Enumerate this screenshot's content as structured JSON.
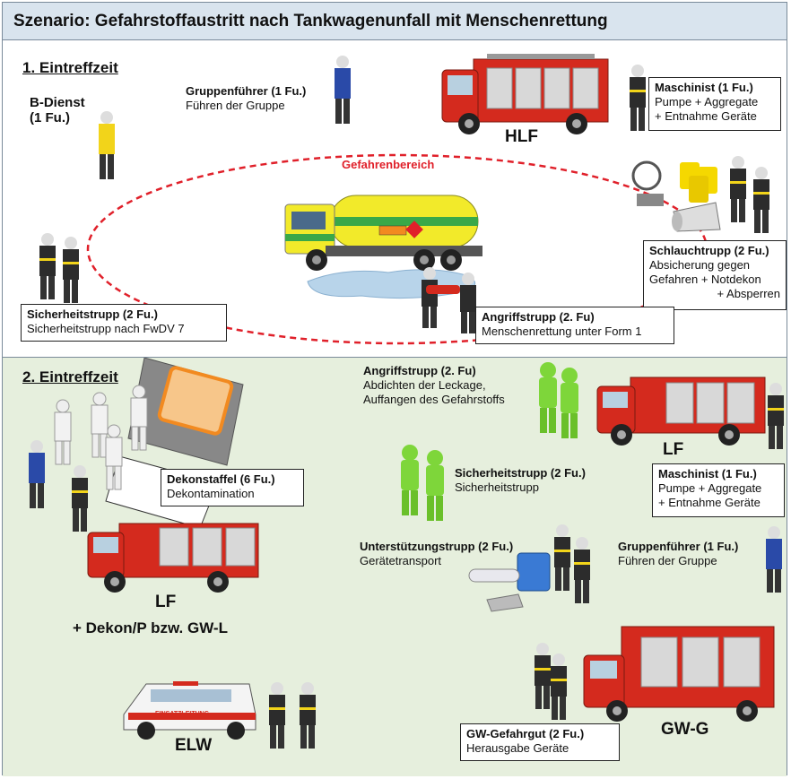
{
  "title": "Szenario: Gefahrstoffaustritt nach Tankwagenunfall mit Menschenrettung",
  "section1": {
    "heading": "1. Eintreffzeit",
    "bdienst": {
      "line1": "B-Dienst",
      "line2": "(1 Fu.)"
    },
    "gruppenfuehrer": {
      "title": "Gruppenführer (1 Fu.)",
      "lines": [
        "Führen der Gruppe"
      ]
    },
    "hlf_label": "HLF",
    "maschinist": {
      "title": "Maschinist (1 Fu.)",
      "lines": [
        "Pumpe + Aggregate",
        "+ Entnahme Geräte"
      ]
    },
    "danger_zone": "Gefahrenbereich",
    "schlauchtrupp": {
      "title": "Schlauchtrupp (2 Fu.)",
      "lines": [
        "Absicherung gegen",
        "Gefahren + Notdekon",
        "+ Absperren"
      ]
    },
    "sicherheitstrupp": {
      "title": "Sicherheitstrupp (2 Fu.)",
      "lines": [
        "Sicherheitstrupp nach FwDV 7"
      ]
    },
    "angriffstrupp": {
      "title": "Angriffstrupp (2. Fu)",
      "lines": [
        "Menschenrettung unter Form 1"
      ]
    }
  },
  "section2": {
    "heading": "2. Eintreffzeit",
    "dekonstaffel": {
      "title": "Dekonstaffel (6 Fu.)",
      "lines": [
        "Dekontamination"
      ]
    },
    "lf_label_left": "LF",
    "dekon_label": "+ Dekon/P bzw. GW-L",
    "elw_label": "ELW",
    "elw_text": "EINSATZLEITUNG",
    "angriffstrupp": {
      "title": "Angriffstrupp (2. Fu)",
      "lines": [
        "Abdichten der Leckage,",
        "Auffangen des Gefahrstoffs"
      ]
    },
    "lf_label_right": "LF",
    "sicherheitstrupp": {
      "title": "Sicherheitstrupp (2 Fu.)",
      "lines": [
        "Sicherheitstrupp"
      ]
    },
    "maschinist": {
      "title": "Maschinist (1 Fu.)",
      "lines": [
        "Pumpe + Aggregate",
        "+ Entnahme Geräte"
      ]
    },
    "unterstuetzungstrupp": {
      "title": "Unterstützungstrupp (2 Fu.)",
      "lines": [
        "Gerätetransport"
      ]
    },
    "gruppenfuehrer": {
      "title": "Gruppenführer (1 Fu.)",
      "lines": [
        "Führen der Gruppe"
      ]
    },
    "gwg_label": "GW-G",
    "gwgefahrgut": {
      "title": "GW-Gefahrgut (2 Fu.)",
      "lines": [
        "Herausgabe Geräte"
      ]
    }
  },
  "colors": {
    "title_bg": "#d9e4ee",
    "section2_bg": "#e6efdd",
    "danger": "#e0202a",
    "truck_red": "#d42a1e",
    "chem_suit": "#7ed63a"
  }
}
